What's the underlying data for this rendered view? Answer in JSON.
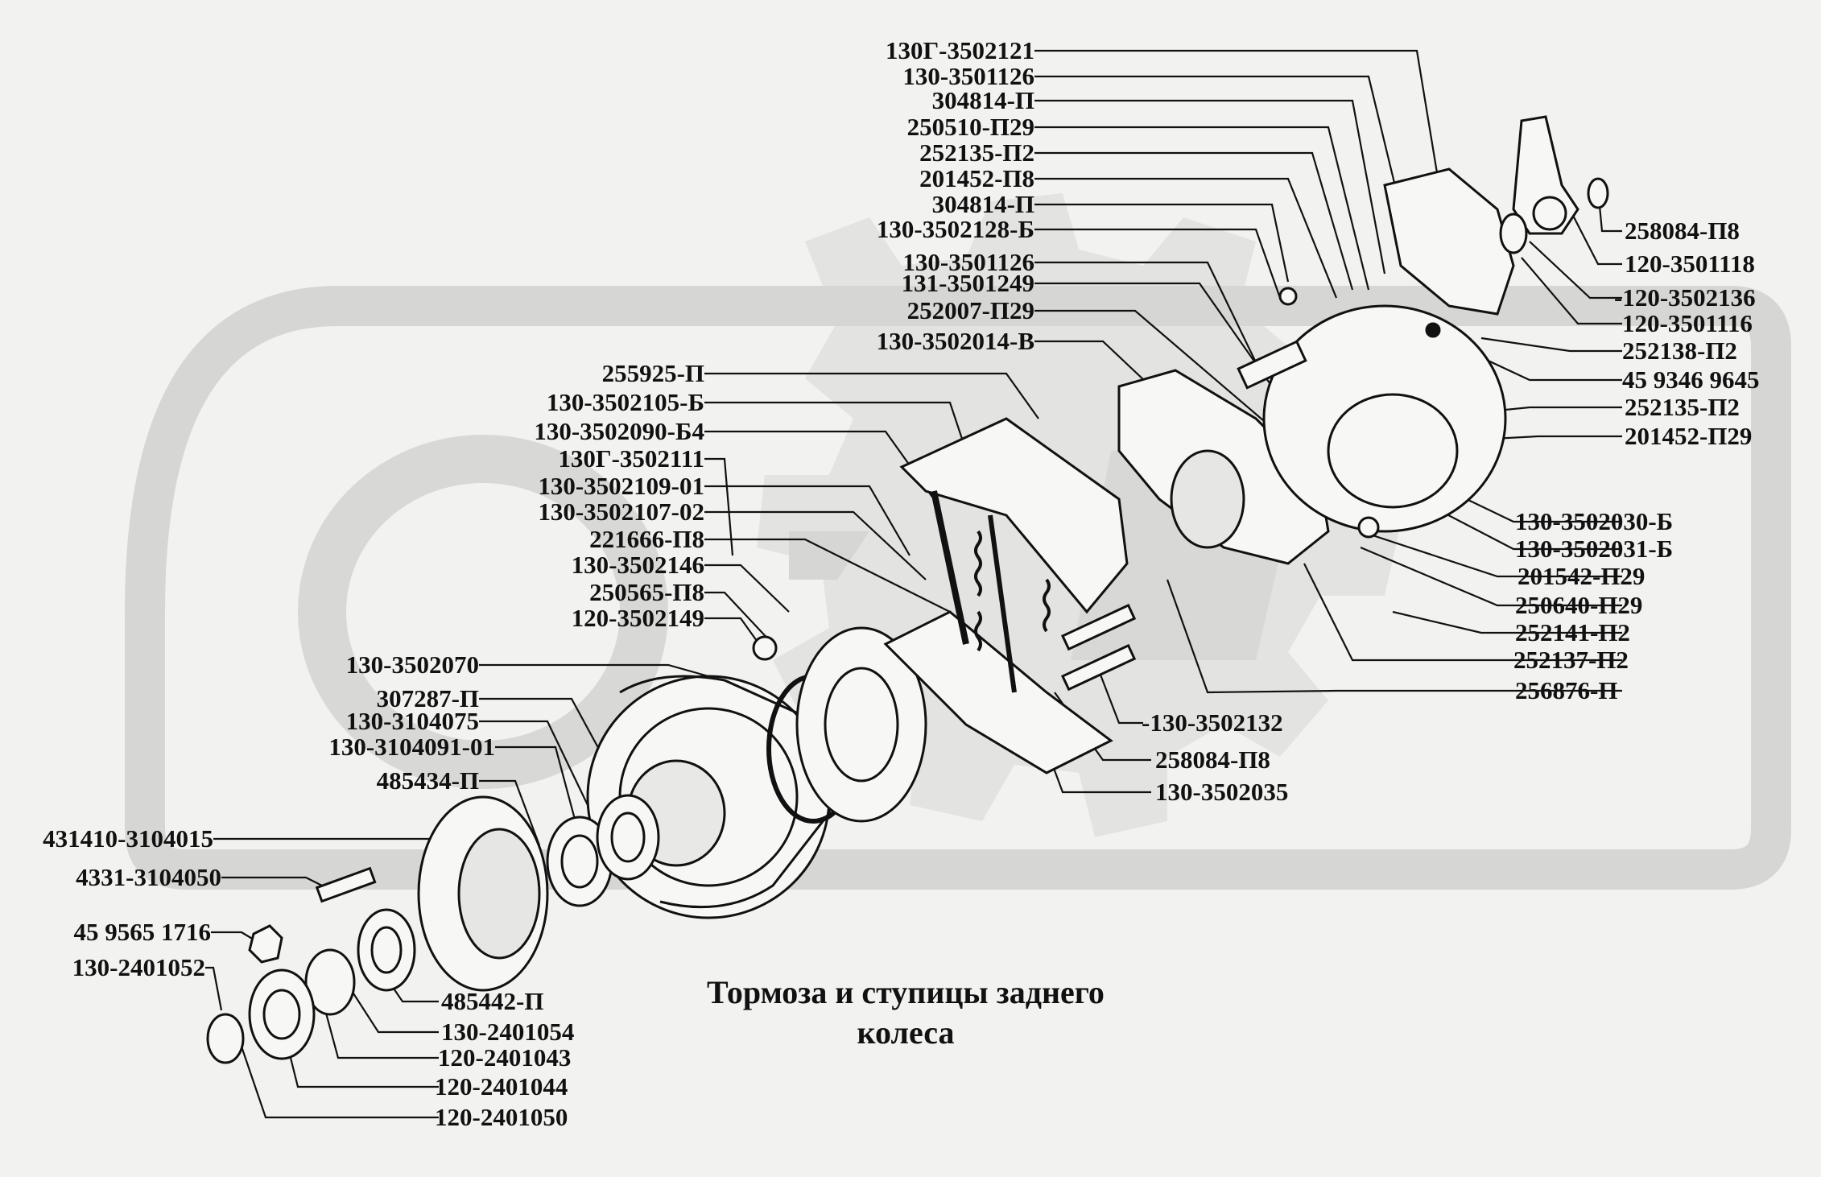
{
  "diagram": {
    "title_line1": "Тормоза и ступицы заднего",
    "title_line2": "колеса",
    "colors": {
      "ink": "#111111",
      "watermark": "#d9d9d7",
      "background": "#f2f2f0"
    },
    "labels_left": [
      "130Г-3502121",
      "130-3501126",
      "304814-П",
      "250510-П29",
      "252135-П2",
      "201452-П8",
      "304814-П",
      "130-3502128-Б",
      "130-3501126",
      "131-3501249",
      "252007-П29",
      "130-3502014-В",
      "255925-П",
      "130-3502105-Б",
      "130-3502090-Б4",
      "130Г-3502111",
      "130-3502109-01",
      "130-3502107-02",
      "221666-П8",
      "130-3502146",
      "250565-П8",
      "120-3502149",
      "130-3502070",
      "307287-П",
      "130-3104075",
      "130-3104091-01",
      "485434-П",
      "431410-3104015",
      "4331-3104050",
      "45 9565 1716",
      "130-2401052"
    ],
    "labels_right": [
      "258084-П8",
      "120-3501118",
      "-120-3502136",
      "120-3501116",
      "252138-П2",
      "45 9346 9645",
      "252135-П2",
      "201452-П29",
      "130-3502030-Б",
      "130-3502031-Б",
      "201542-П29",
      "250640-П29",
      "252141-П2",
      "252137-П2",
      "256876-П"
    ],
    "labels_bottom": [
      "-130-3502132",
      "258084-П8",
      "130-3502035",
      "485442-П",
      "130-2401054",
      "120-2401043",
      "120-2401044",
      "120-2401050"
    ]
  }
}
